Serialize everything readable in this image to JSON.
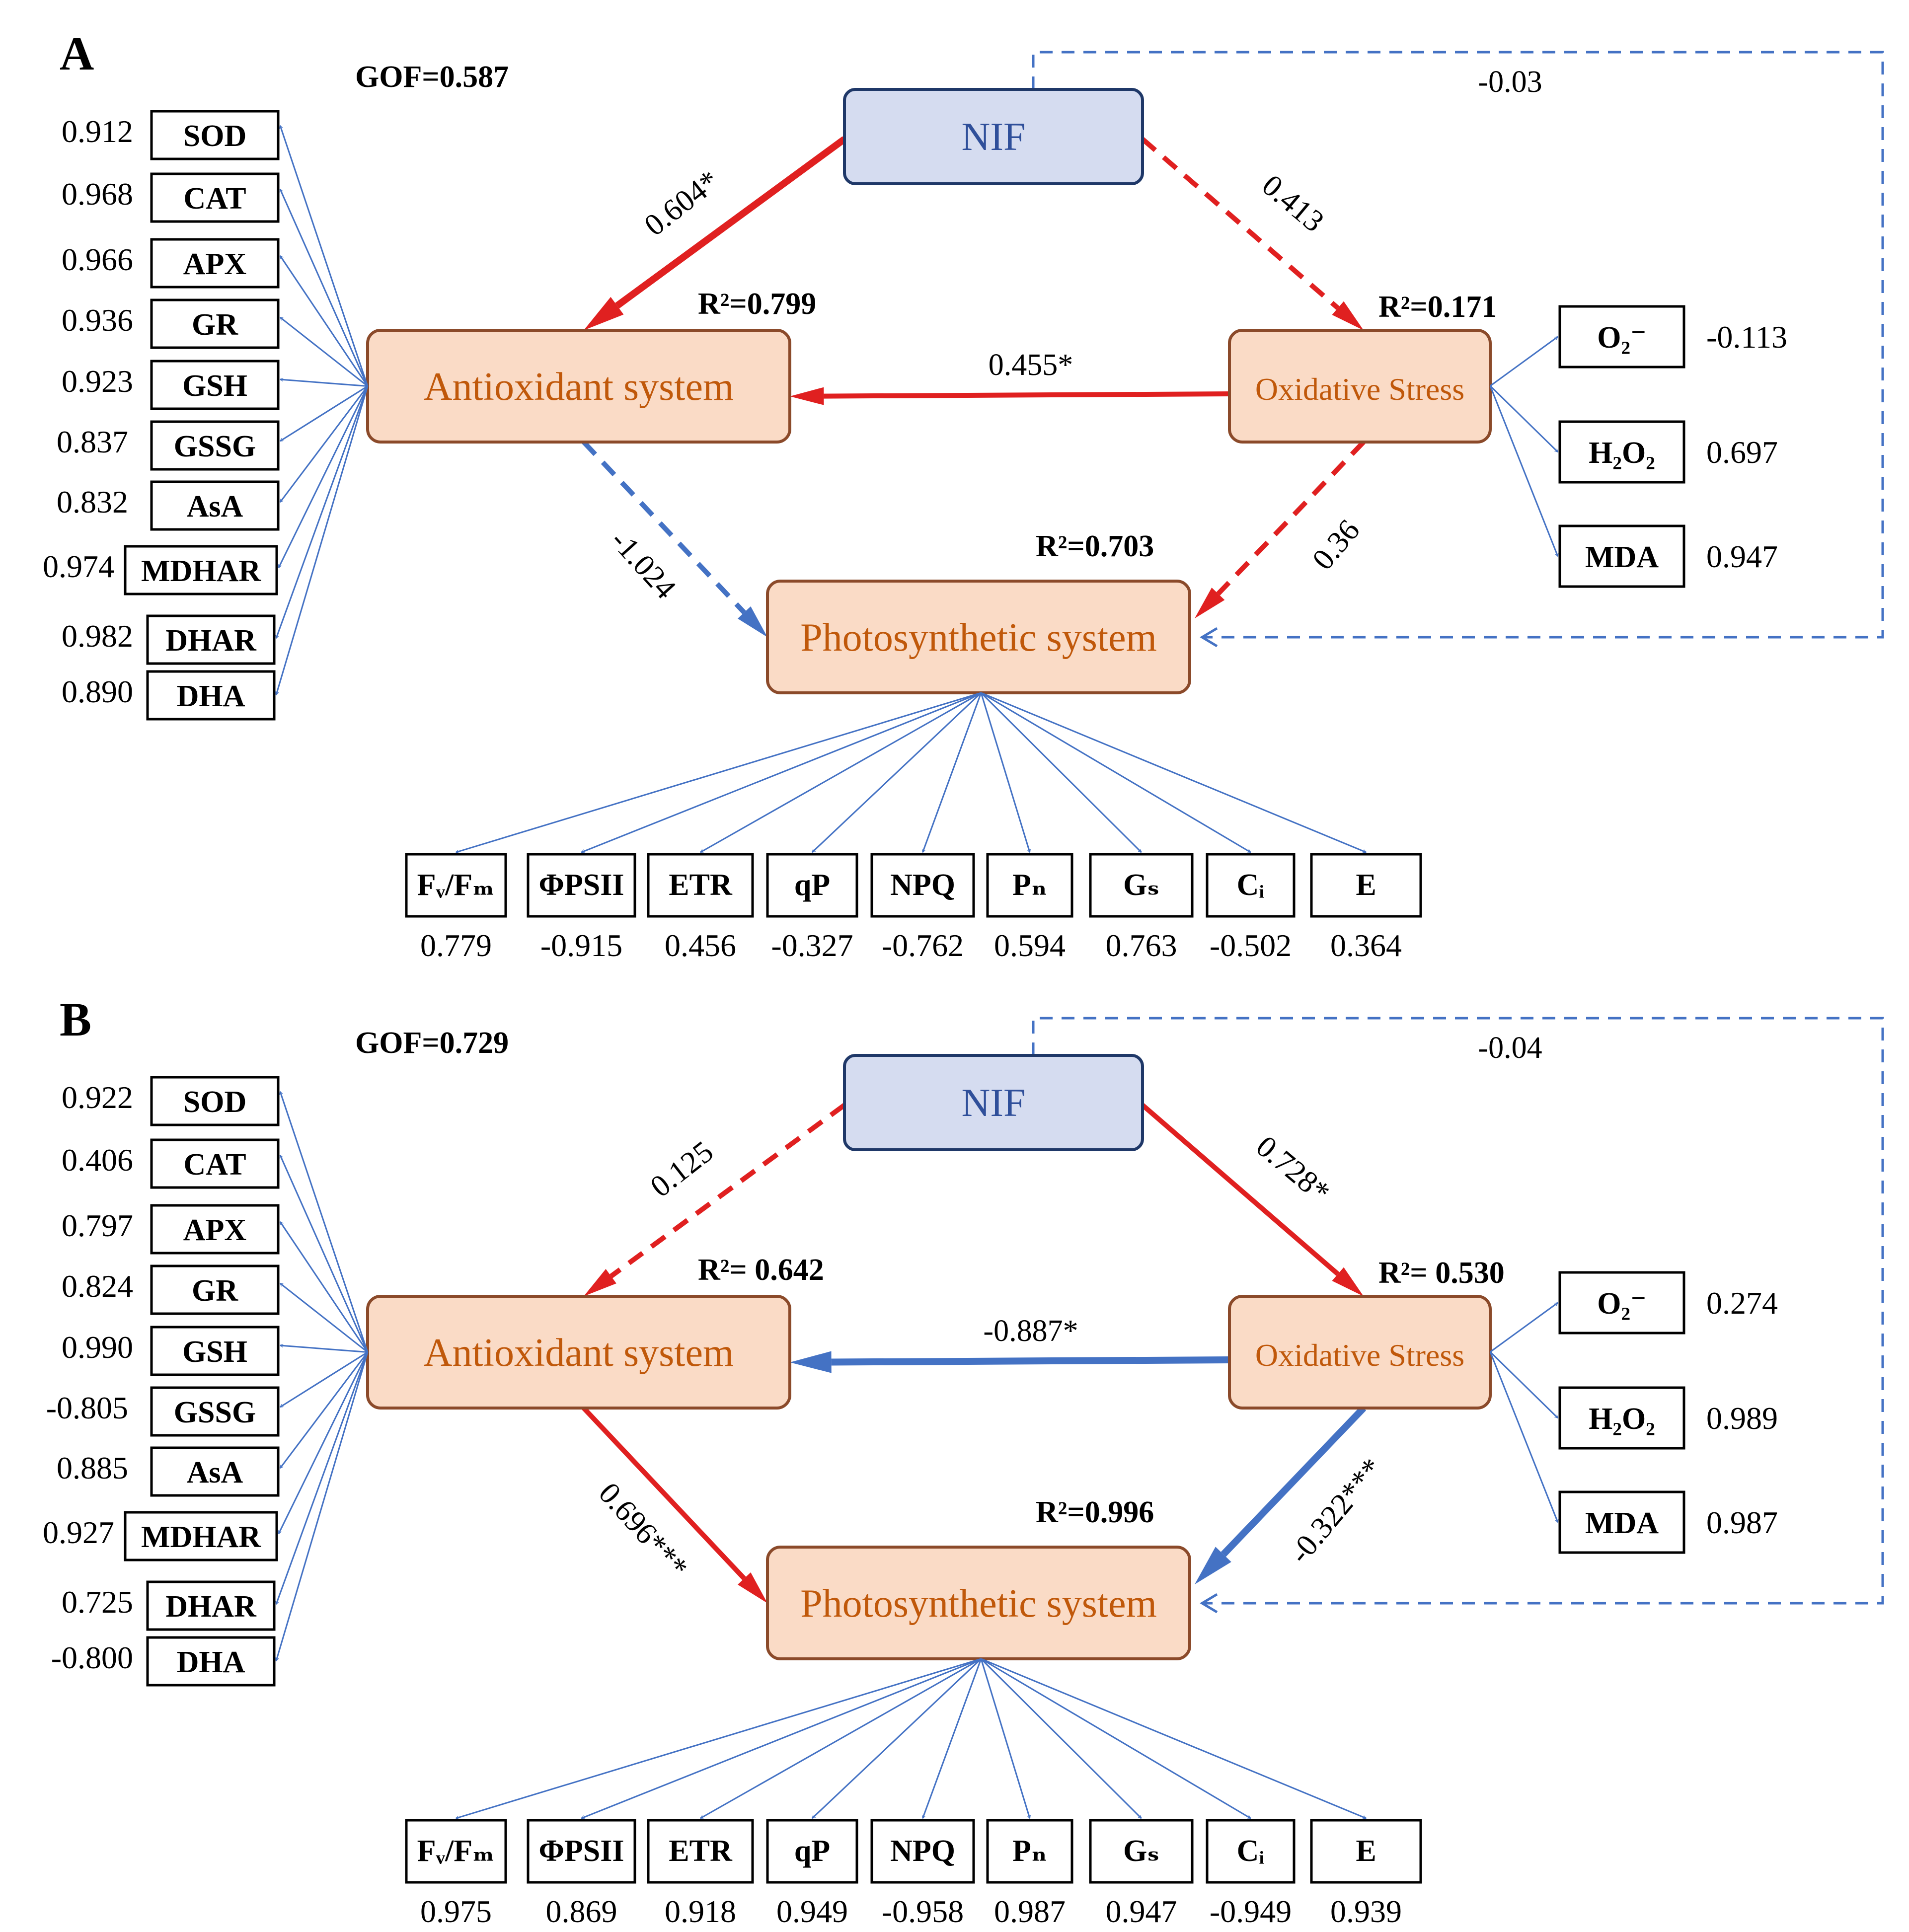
{
  "colors": {
    "positive_path": "#e02020",
    "negative_path": "#4472c4",
    "indicator_arrow": "#4472c4",
    "nif_fill": "#d5dcf0",
    "nif_stroke": "#1f3868",
    "lv_fill": "#fadbc6",
    "lv_stroke": "#8b4a2a",
    "lv_text": "#c0580a",
    "nif_text": "#2f4f9a"
  },
  "panels": [
    {
      "letter": "A",
      "gof": "GOF=0.587",
      "latent": {
        "nif": "NIF",
        "antioxidant": "Antioxidant system",
        "oxidative": "Oxidative Stress",
        "photosynthetic": "Photosynthetic system"
      },
      "r2": {
        "antioxidant": "R²=0.799",
        "oxidative": "R²=0.171",
        "photosynthetic": "R²=0.703"
      },
      "paths": {
        "nif_to_antioxidant": {
          "label": "0.604*",
          "sign": "positive",
          "style": "solid",
          "weight": "thick"
        },
        "nif_to_oxidative": {
          "label": "0.413",
          "sign": "positive",
          "style": "dashed",
          "weight": "medium"
        },
        "oxidative_to_antioxidant": {
          "label": "0.455*",
          "sign": "positive",
          "style": "solid",
          "weight": "medium"
        },
        "antioxidant_to_photosynthetic": {
          "label": "-1.024",
          "sign": "negative",
          "style": "dashed",
          "weight": "medium"
        },
        "oxidative_to_photosynthetic": {
          "label": "0.36",
          "sign": "positive",
          "style": "dashed",
          "weight": "medium"
        },
        "nif_to_photosynthetic": {
          "label": "-0.03",
          "sign": "negative",
          "style": "dashed",
          "weight": "thin"
        }
      },
      "antioxidant_indicators": [
        {
          "label": "SOD",
          "loading": "0.912"
        },
        {
          "label": "CAT",
          "loading": "0.968"
        },
        {
          "label": "APX",
          "loading": "0.966"
        },
        {
          "label": "GR",
          "loading": "0.936"
        },
        {
          "label": "GSH",
          "loading": "0.923"
        },
        {
          "label": "GSSG",
          "loading": "0.837"
        },
        {
          "label": "AsA",
          "loading": "0.832"
        },
        {
          "label": "MDHAR",
          "loading": "0.974"
        },
        {
          "label": "DHAR",
          "loading": "0.982"
        },
        {
          "label": "DHA",
          "loading": "0.890"
        }
      ],
      "oxidative_indicators": [
        {
          "label": "O₂⁻",
          "loading": "-0.113"
        },
        {
          "label": "H₂O₂",
          "loading": "0.697"
        },
        {
          "label": "MDA",
          "loading": "0.947"
        }
      ],
      "photosynthetic_indicators": [
        {
          "label": "Fᵥ/Fₘ",
          "loading": "0.779"
        },
        {
          "label": "ΦPSII",
          "loading": "-0.915"
        },
        {
          "label": "ETR",
          "loading": "0.456"
        },
        {
          "label": "qP",
          "loading": "-0.327"
        },
        {
          "label": "NPQ",
          "loading": "-0.762"
        },
        {
          "label": "Pₙ",
          "loading": "0.594"
        },
        {
          "label": "Gₛ",
          "loading": "0.763"
        },
        {
          "label": "Cᵢ",
          "loading": "-0.502"
        },
        {
          "label": "E",
          "loading": "0.364"
        }
      ]
    },
    {
      "letter": "B",
      "gof": "GOF=0.729",
      "latent": {
        "nif": "NIF",
        "antioxidant": "Antioxidant system",
        "oxidative": "Oxidative Stress",
        "photosynthetic": "Photosynthetic system"
      },
      "r2": {
        "antioxidant": "R²= 0.642",
        "oxidative": "R²= 0.530",
        "photosynthetic": "R²=0.996"
      },
      "paths": {
        "nif_to_antioxidant": {
          "label": "0.125",
          "sign": "positive",
          "style": "dashed",
          "weight": "medium"
        },
        "nif_to_oxidative": {
          "label": "0.728*",
          "sign": "positive",
          "style": "solid",
          "weight": "medium"
        },
        "oxidative_to_antioxidant": {
          "label": "-0.887*",
          "sign": "negative",
          "style": "solid",
          "weight": "thick"
        },
        "antioxidant_to_photosynthetic": {
          "label": "0.696***",
          "sign": "positive",
          "style": "solid",
          "weight": "medium"
        },
        "oxidative_to_photosynthetic": {
          "label": "-0.322***",
          "sign": "negative",
          "style": "solid",
          "weight": "thick"
        },
        "nif_to_photosynthetic": {
          "label": "-0.04",
          "sign": "negative",
          "style": "dashed",
          "weight": "thin"
        }
      },
      "antioxidant_indicators": [
        {
          "label": "SOD",
          "loading": "0.922"
        },
        {
          "label": "CAT",
          "loading": "0.406"
        },
        {
          "label": "APX",
          "loading": "0.797"
        },
        {
          "label": "GR",
          "loading": "0.824"
        },
        {
          "label": "GSH",
          "loading": "0.990"
        },
        {
          "label": "GSSG",
          "loading": "-0.805"
        },
        {
          "label": "AsA",
          "loading": "0.885"
        },
        {
          "label": "MDHAR",
          "loading": "0.927"
        },
        {
          "label": "DHAR",
          "loading": "0.725"
        },
        {
          "label": "DHA",
          "loading": "-0.800"
        }
      ],
      "oxidative_indicators": [
        {
          "label": "O₂⁻",
          "loading": "0.274"
        },
        {
          "label": "H₂O₂",
          "loading": "0.989"
        },
        {
          "label": "MDA",
          "loading": "0.987"
        }
      ],
      "photosynthetic_indicators": [
        {
          "label": "Fᵥ/Fₘ",
          "loading": "0.975"
        },
        {
          "label": "ΦPSII",
          "loading": "0.869"
        },
        {
          "label": "ETR",
          "loading": "0.918"
        },
        {
          "label": "qP",
          "loading": "0.949"
        },
        {
          "label": "NPQ",
          "loading": "-0.958"
        },
        {
          "label": "Pₙ",
          "loading": "0.987"
        },
        {
          "label": "Gₛ",
          "loading": "0.947"
        },
        {
          "label": "Cᵢ",
          "loading": "-0.949"
        },
        {
          "label": "E",
          "loading": "0.939"
        }
      ]
    }
  ]
}
